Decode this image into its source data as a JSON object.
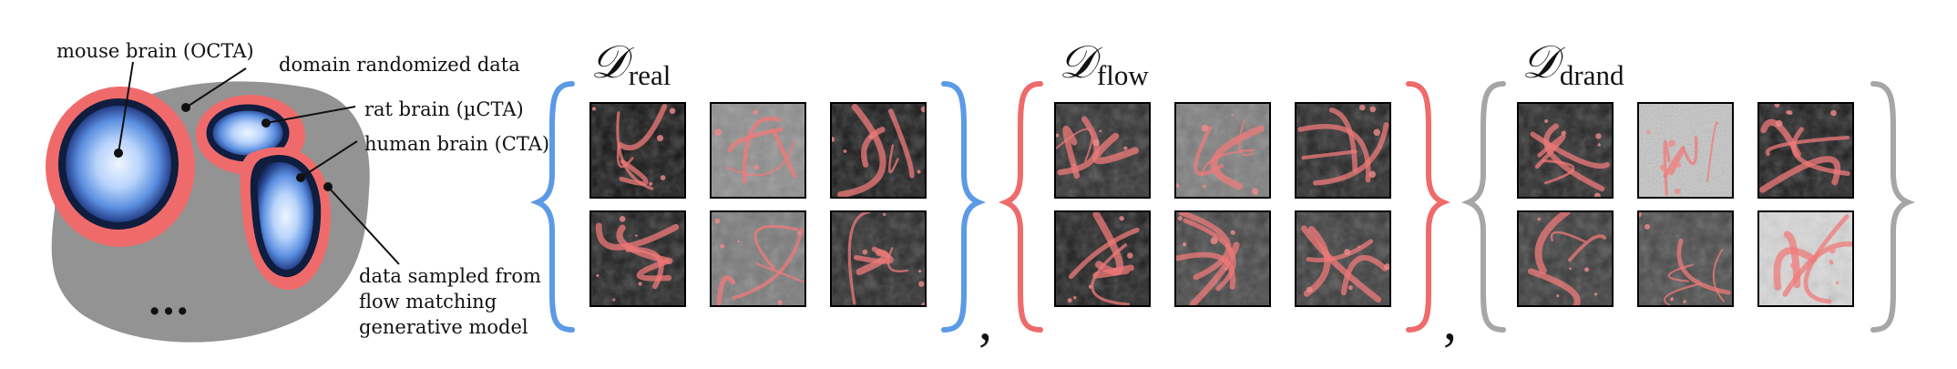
{
  "labels": {
    "mouse": "mouse brain (OCTA)",
    "domain": "domain randomized data",
    "rat": "rat brain (µCTA)",
    "human": "human brain (CTA)",
    "sampled_1": "data sampled from",
    "sampled_2": "flow matching",
    "sampled_3": "generative model",
    "ellipsis": "..."
  },
  "sets": [
    {
      "symbol": "𝒟",
      "subscript": "real",
      "color": "#5b9ae6"
    },
    {
      "symbol": "𝒟",
      "subscript": "flow",
      "color": "#ef6b6b"
    },
    {
      "symbol": "𝒟",
      "subscript": "drand",
      "color": "#a6a6a6"
    }
  ],
  "separators": [
    ",",
    ","
  ]
}
